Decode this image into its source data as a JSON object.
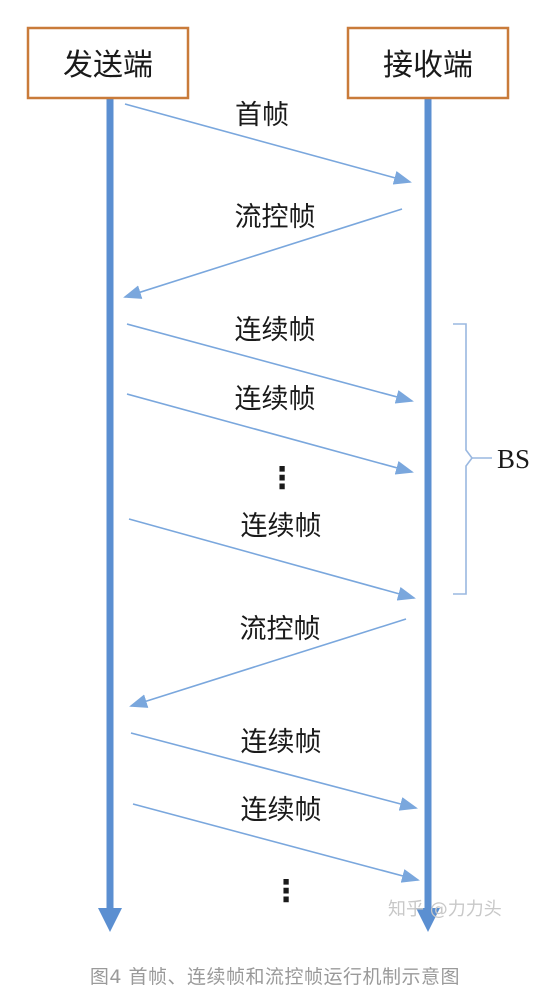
{
  "header": {
    "sender_label": "发送端",
    "receiver_label": "接收端"
  },
  "messages": [
    {
      "label": "首帧",
      "direction": "sender-to-receiver"
    },
    {
      "label": "流控帧",
      "direction": "receiver-to-sender"
    },
    {
      "label": "连续帧",
      "direction": "sender-to-receiver"
    },
    {
      "label": "连续帧",
      "direction": "sender-to-receiver"
    },
    {
      "label": "⋮",
      "direction": "sender-to-receiver"
    },
    {
      "label": "连续帧",
      "direction": "sender-to-receiver"
    },
    {
      "label": "流控帧",
      "direction": "receiver-to-sender"
    },
    {
      "label": "连续帧",
      "direction": "sender-to-receiver"
    },
    {
      "label": "连续帧",
      "direction": "sender-to-receiver"
    },
    {
      "label": "⋮",
      "direction": "sender-to-receiver"
    }
  ],
  "bracket": {
    "label": "BS"
  },
  "watermark": "知乎 @力力头",
  "caption": "图4 首帧、连续帧和流控帧运行机制示意图",
  "colors": {
    "lifeline": "#5b8fd1",
    "arrow": "#7aa7dd",
    "box_border": "#c97b3a",
    "bracket": "#9ab8e0",
    "caption": "#9a9a9a"
  }
}
